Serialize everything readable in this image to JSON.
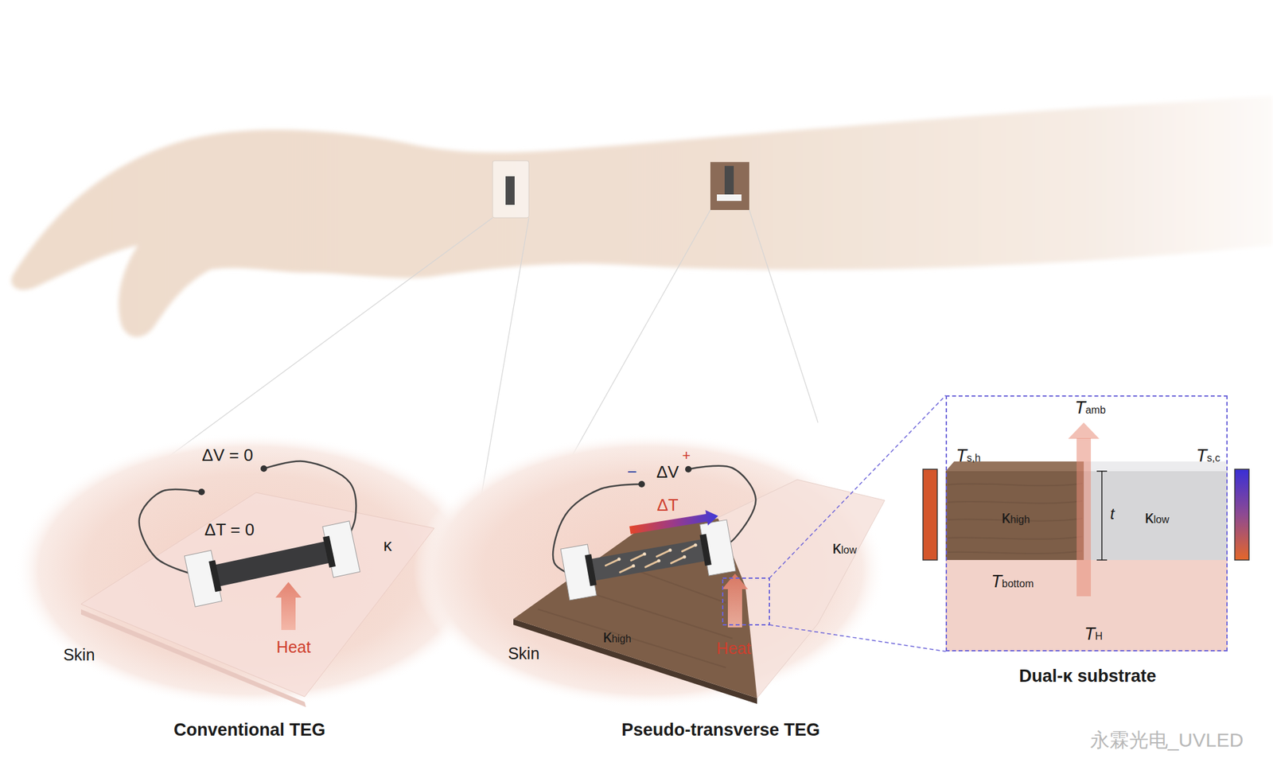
{
  "diagram": {
    "nodes": [
      {
        "text": [
          "Dual-κ substrate"
        ]
      },
      {
        "text": [
          "κhigh"
        ],
        "in": 0
      },
      {
        "text": [
          "κlow"
        ],
        "in": 0
      },
      {
        "text": [
          "Tbottom",
          "TH"
        ],
        "in": 0
      }
    ],
    "labels": [
      "ΔV = 0",
      "ΔT = 0",
      "κ",
      "Skin",
      "Heat",
      "Conventional TEG",
      "−",
      "ΔV",
      "+",
      "ΔT",
      "κhigh",
      "κlow",
      "Skin",
      "Heat",
      "Pseudo-transverse TEG",
      "Tamb",
      "Ts,h",
      "Ts,c",
      "t",
      "永霖光电_UVLED"
    ]
  }
}
